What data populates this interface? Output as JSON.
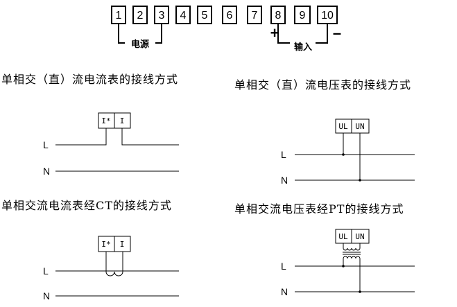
{
  "terminals": [
    "1",
    "2",
    "3",
    "4",
    "5",
    "6",
    "7",
    "8",
    "9",
    "10"
  ],
  "power_label": "电源",
  "input_label": "输入",
  "plus_sign": "+",
  "minus_sign": "–",
  "diagrams": [
    {
      "title": "单相交（直）流电流表的接线方式",
      "box": [
        "I*",
        "I"
      ],
      "lines": [
        "L",
        "N"
      ]
    },
    {
      "title": "单相交（直）流电压表的接线方式",
      "box": [
        "UL",
        "UN"
      ],
      "lines": [
        "L",
        "N"
      ]
    },
    {
      "title": "单相交流电流表经CT的接线方式",
      "box": [
        "I*",
        "I"
      ],
      "lines": [
        "L",
        "N"
      ]
    },
    {
      "title": "单相交流电压表经PT的接线方式",
      "box": [
        "UL",
        "UN"
      ],
      "lines": [
        "L",
        "N"
      ]
    }
  ]
}
